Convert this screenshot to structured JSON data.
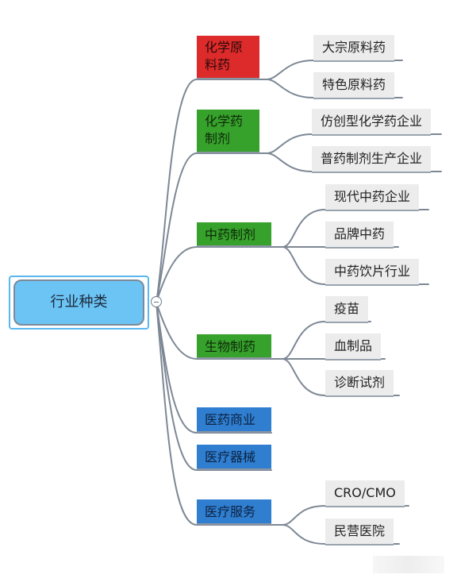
{
  "root": {
    "label": "行业种类"
  },
  "categories": [
    {
      "label": "化学原料药",
      "color": "#dd2a2a",
      "children": [
        "大宗原料药",
        "特色原料药"
      ]
    },
    {
      "label": "化学药制剂",
      "color": "#36a12b",
      "children": [
        "仿创型化学药企业",
        "普药制剂生产企业"
      ]
    },
    {
      "label": "中药制剂",
      "color": "#36a12b",
      "children": [
        "现代中药企业",
        "品牌中药",
        "中药饮片行业"
      ]
    },
    {
      "label": "生物制药",
      "color": "#36a12b",
      "children": [
        "疫苗",
        "血制品",
        "诊断试剂"
      ]
    },
    {
      "label": "医药商业",
      "color": "#2f7ed0",
      "children": []
    },
    {
      "label": "医疗器械",
      "color": "#2f7ed0",
      "children": []
    },
    {
      "label": "医疗服务",
      "color": "#2f7ed0",
      "children": [
        "CRO/CMO",
        "民营医院"
      ]
    }
  ]
}
